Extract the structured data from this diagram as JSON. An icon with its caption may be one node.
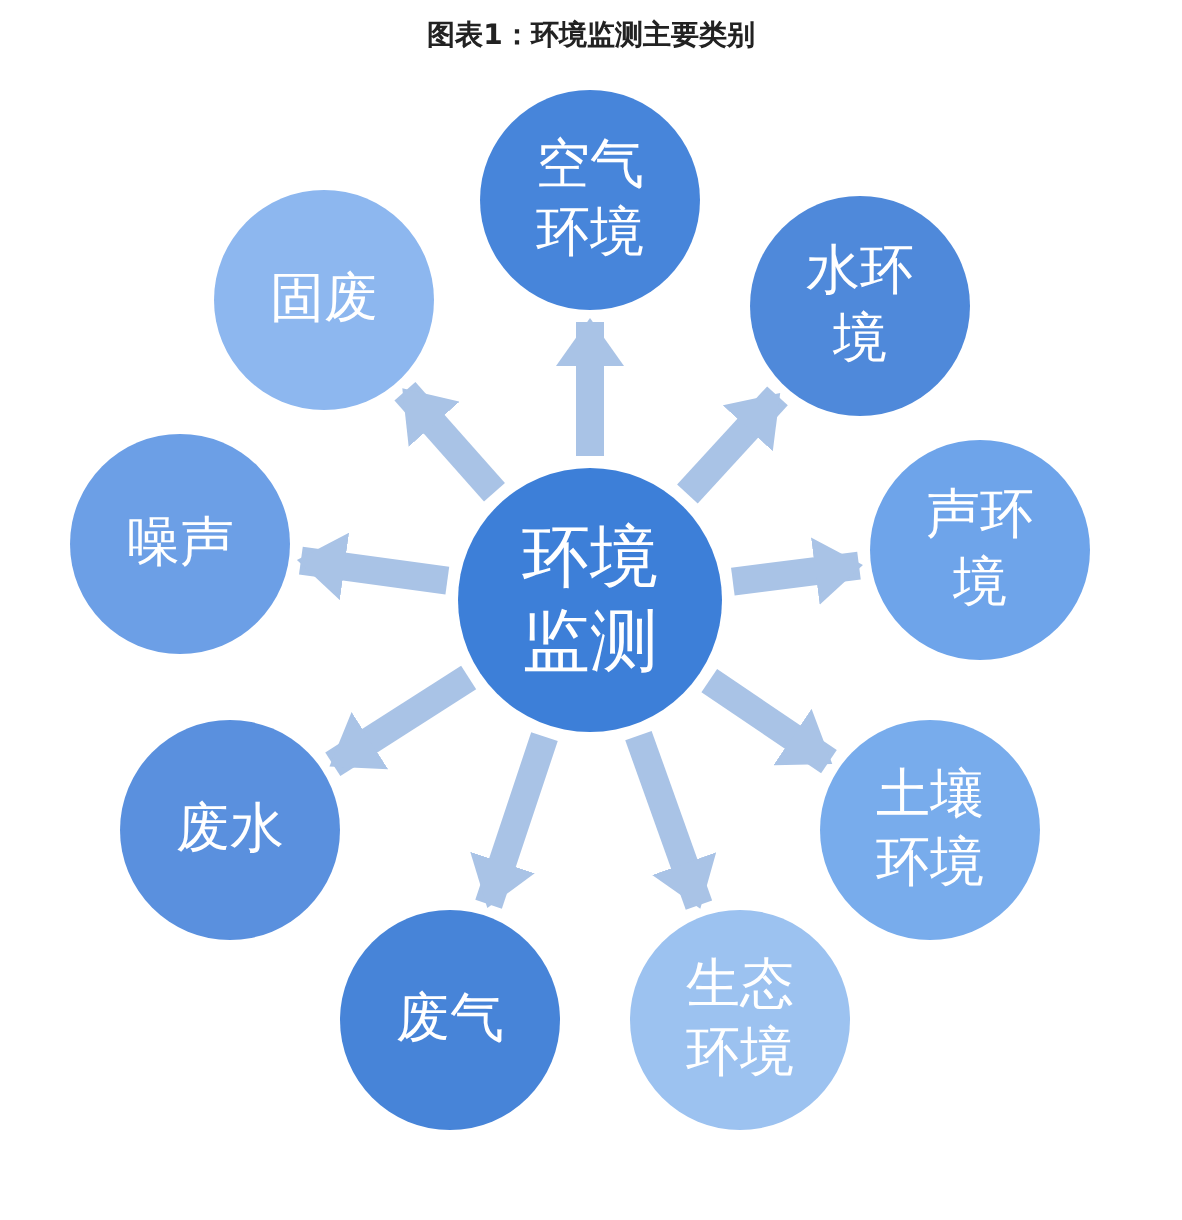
{
  "diagram": {
    "title": "图表1：环境监测主要类别",
    "nodes": [
      {
        "text": [
          "环境监测"
        ]
      },
      {
        "text": [
          "空气环境"
        ]
      },
      {
        "text": [
          "水环境"
        ]
      },
      {
        "text": [
          "声环境"
        ]
      },
      {
        "text": [
          "土壤环境"
        ]
      },
      {
        "text": [
          "生态环境"
        ]
      },
      {
        "text": [
          "废气"
        ]
      },
      {
        "text": [
          "废水"
        ]
      },
      {
        "text": [
          "噪声"
        ]
      },
      {
        "text": [
          "固废"
        ]
      }
    ],
    "edges": [
      {
        "from": 0,
        "to": 1,
        "arrow": "to"
      },
      {
        "from": 0,
        "to": 2,
        "arrow": "to"
      },
      {
        "from": 0,
        "to": 3,
        "arrow": "to"
      },
      {
        "from": 0,
        "to": 4,
        "arrow": "to"
      },
      {
        "from": 0,
        "to": 5,
        "arrow": "to"
      },
      {
        "from": 0,
        "to": 6,
        "arrow": "to"
      },
      {
        "from": 0,
        "to": 7,
        "arrow": "to"
      },
      {
        "from": 0,
        "to": 8,
        "arrow": "to"
      },
      {
        "from": 0,
        "to": 9,
        "arrow": "to"
      }
    ]
  }
}
